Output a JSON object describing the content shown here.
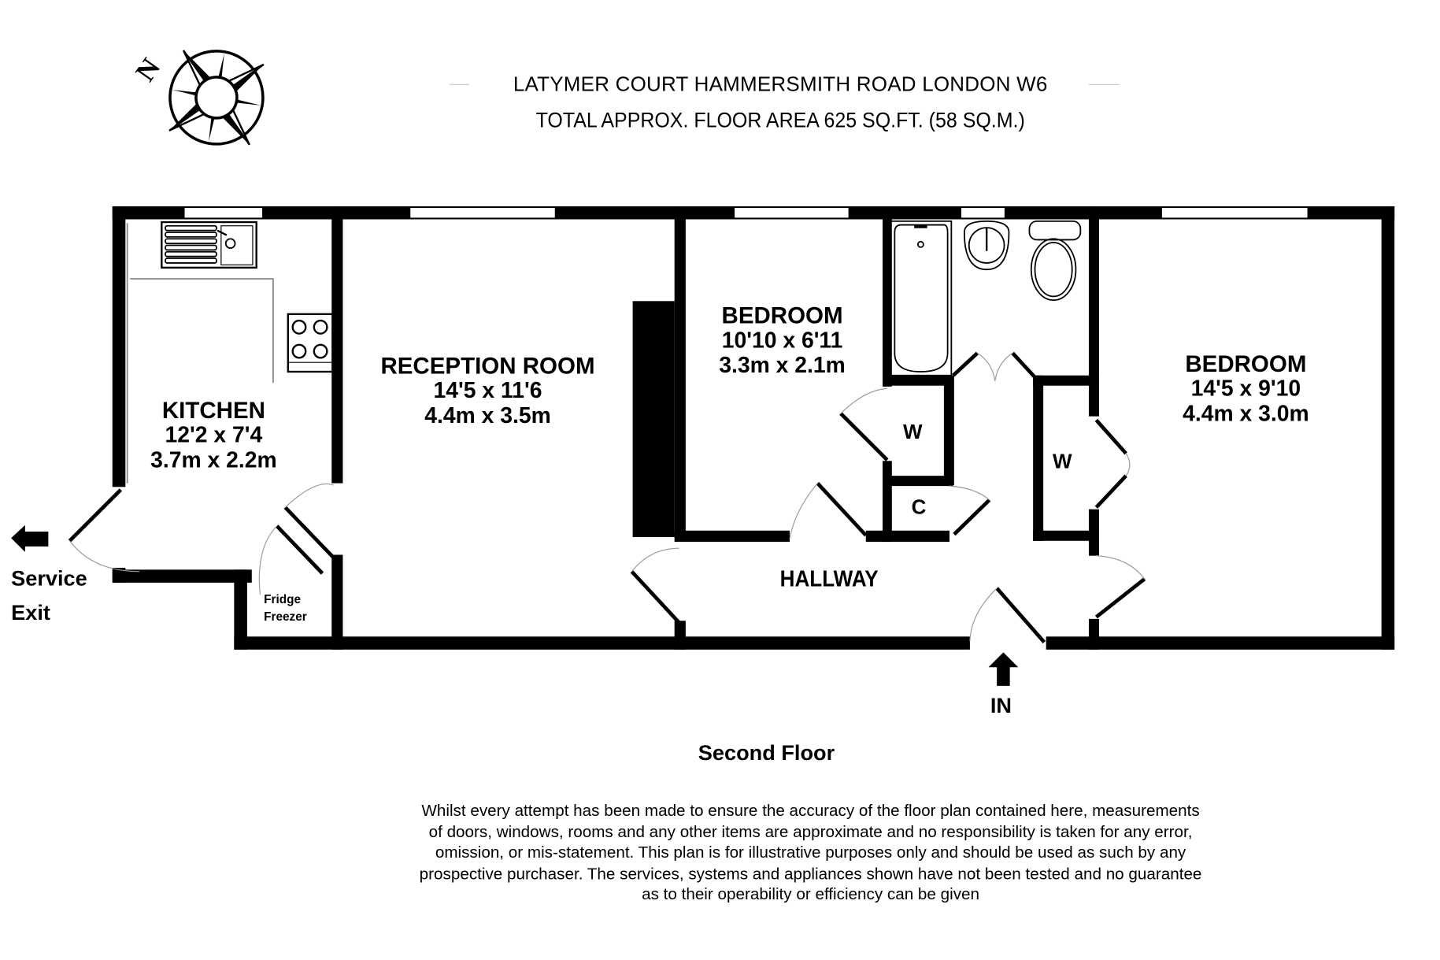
{
  "header": {
    "address": "LATYMER COURT HAMMERSMITH ROAD LONDON W6",
    "floor_area": "TOTAL APPROX. FLOOR AREA 625 SQ.FT. (58 SQ.M.)"
  },
  "compass": {
    "icon": "compass-rose-icon",
    "north_label": "N"
  },
  "rooms": [
    {
      "id": "kitchen",
      "name": "KITCHEN",
      "imperial": "12'2 x 7'4",
      "metric": "3.7m x 2.2m"
    },
    {
      "id": "reception",
      "name": "RECEPTION ROOM",
      "imperial": "14'5 x 11'6",
      "metric": "4.4m x 3.5m"
    },
    {
      "id": "bedroom1",
      "name": "BEDROOM",
      "imperial": "10'10 x 6'11",
      "metric": "3.3m x 2.1m"
    },
    {
      "id": "bedroom2",
      "name": "BEDROOM",
      "imperial": "14'5 x 9'10",
      "metric": "4.4m x 3.0m"
    },
    {
      "id": "hallway",
      "name": "HALLWAY"
    }
  ],
  "storage": {
    "wardrobe1": "W",
    "wardrobe2": "W",
    "cupboard": "C",
    "fridge_freezer_line1": "Fridge",
    "fridge_freezer_line2": "Freezer"
  },
  "exits": {
    "service_exit_line1": "Service",
    "service_exit_line2": "Exit",
    "entrance": "IN"
  },
  "floor_label": "Second Floor",
  "disclaimer": [
    "Whilst every attempt has been made to ensure the accuracy of the floor plan contained here, measurements",
    "of doors, windows, rooms and any other items are approximate and no responsibility is taken for any error,",
    "omission, or mis-statement. This plan is for illustrative purposes only and should be used as such by any",
    "prospective purchaser. The services, systems and appliances shown have not been tested and no guarantee",
    "as to their operability or efficiency can be given"
  ],
  "colors": {
    "wall": "#000000",
    "background": "#ffffff",
    "door_arc": "#9a9a9a",
    "fixture_line": "#888888"
  }
}
